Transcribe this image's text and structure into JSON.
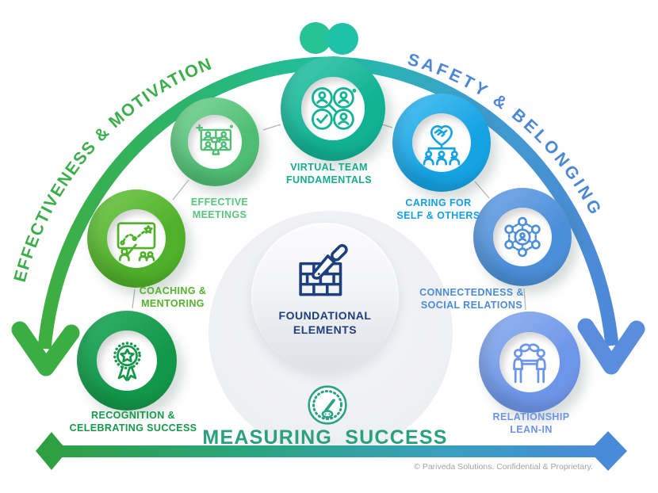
{
  "arc_labels": {
    "left": "EFFECTIVENESS & MOTIVATION",
    "left_color": "#3dae4b",
    "right": "SAFETY & BELONGING",
    "right_color": "#4c87d5"
  },
  "nodes": [
    {
      "id": "effective-meetings",
      "label": "EFFECTIVE MEETINGS",
      "icon": "video-meeting-icon",
      "ring": "#4fbe74",
      "ring_light": "#82d69c",
      "label_color": "#58c57c"
    },
    {
      "id": "virtual-team-fundamentals",
      "label": "VIRTUAL TEAM FUNDAMENTALS",
      "icon": "team-check-grid-icon",
      "ring": "#12b295",
      "ring_light": "#46cbb0",
      "label_color": "#17ab8e"
    },
    {
      "id": "coaching-mentoring",
      "label": "COACHING & MENTORING",
      "icon": "strategy-board-icon",
      "ring": "#4fb02a",
      "ring_light": "#79cb55",
      "label_color": "#55b22c"
    },
    {
      "id": "recognition-celebrating-success",
      "label": "RECOGNITION & CELEBRATING SUCCESS",
      "icon": "award-ribbon-icon",
      "ring": "#13984a",
      "ring_light": "#31b068",
      "label_color": "#17994d"
    },
    {
      "id": "caring-for-self-others",
      "label": "CARING FOR SELF & OTHERS",
      "icon": "heart-handshake-people-icon",
      "ring": "#15a3e3",
      "ring_light": "#4fc1f1",
      "label_color": "#14a0e2"
    },
    {
      "id": "connectedness-social-relations",
      "label": "CONNECTEDNESS & SOCIAL RELATIONS",
      "icon": "people-network-icon",
      "ring": "#4c8fd9",
      "ring_light": "#7aace7",
      "label_color": "#4a8cd6"
    },
    {
      "id": "relationship-lean-in",
      "label": "RELATIONSHIP LEAN-IN",
      "icon": "partners-link-icon",
      "ring": "#6e96e8",
      "ring_light": "#95b5f0",
      "label_color": "#6d94e6"
    }
  ],
  "center": {
    "label": "FOUNDATIONAL ELEMENTS",
    "icon": "trowel-bricks-icon",
    "text_color": "#1d3f7c"
  },
  "measuring": {
    "label": "MEASURING  SUCCESS",
    "icon": "gauge-icon",
    "color": "#2aa17c"
  },
  "arrows": {
    "left_color": "#3aad43",
    "right_color": "#5a8edd"
  },
  "footer": {
    "copyright": "© Pariveda Solutions. Confidential & Proprietary."
  }
}
